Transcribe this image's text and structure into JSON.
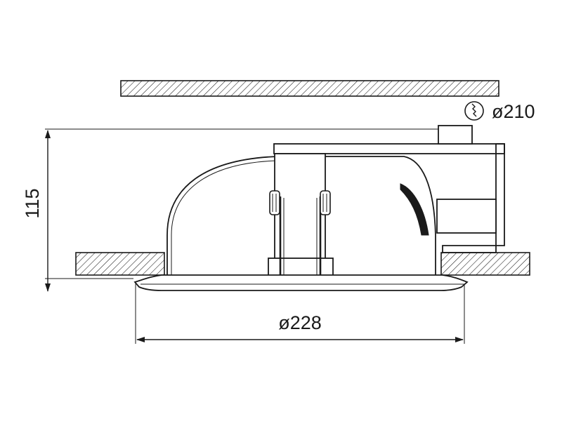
{
  "dimensions": {
    "height_label": "115",
    "outer_diameter_label": "ø228",
    "cutout_diameter_label": "ø210"
  },
  "icons": {
    "cutout_symbol": "circular-saw-cutout-icon"
  },
  "colors": {
    "line": "#1a1a1a",
    "background": "#ffffff"
  }
}
